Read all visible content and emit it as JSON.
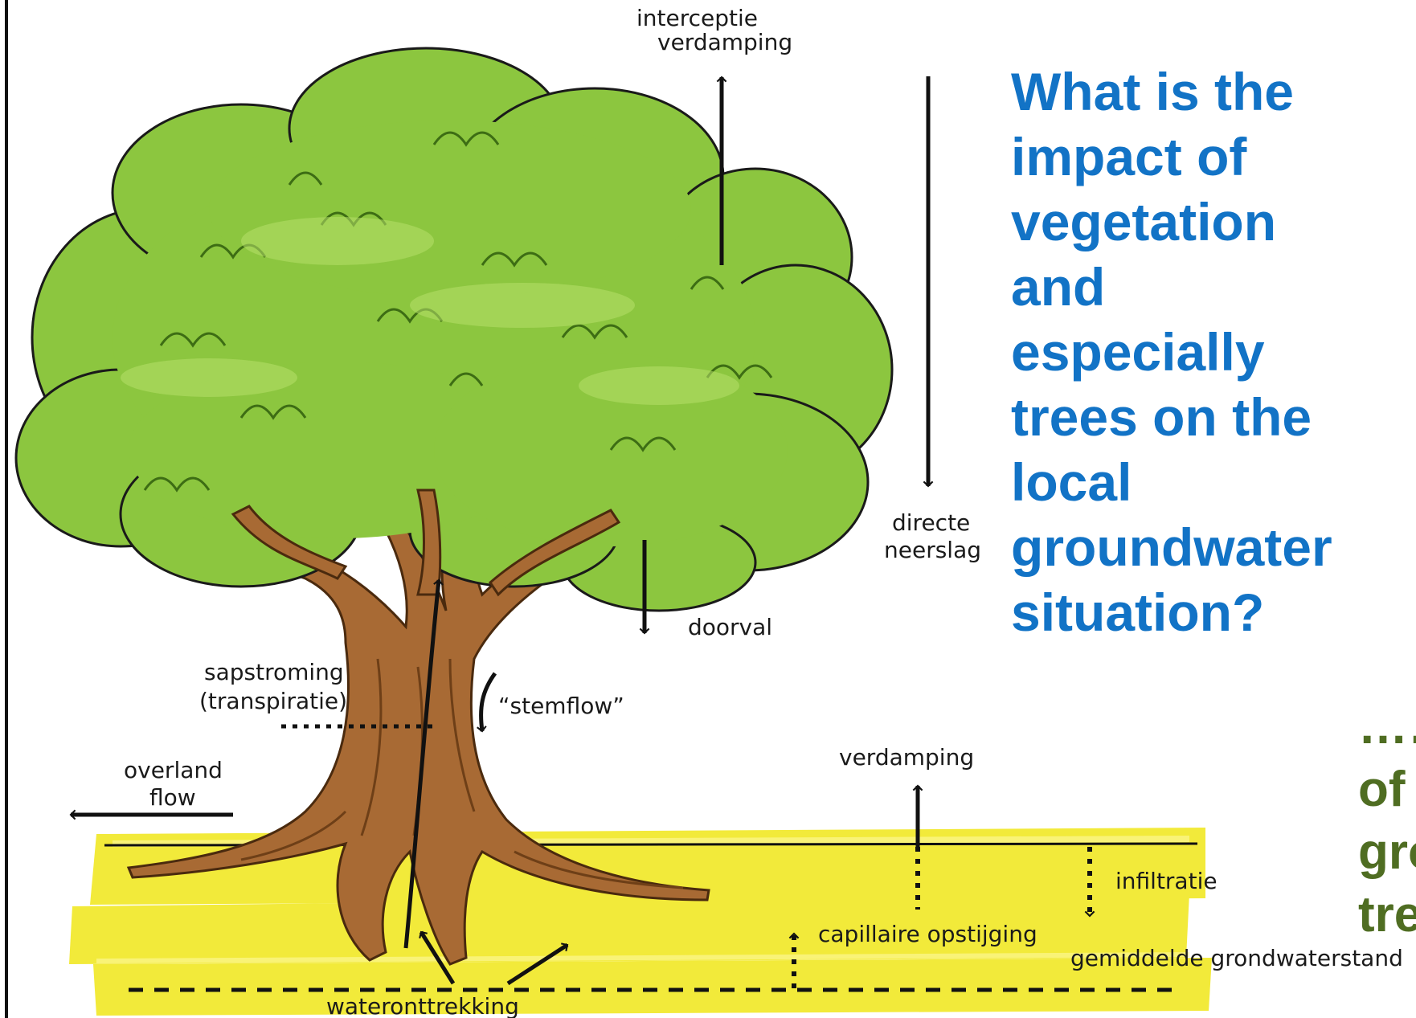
{
  "question": {
    "lines": [
      "What is the",
      "impact of",
      "vegetation",
      "and",
      "especially",
      "trees on the",
      "local",
      "groundwater",
      "situation?"
    ]
  },
  "cutoff_text": {
    "lines": [
      "……",
      "of",
      "gro",
      "tre"
    ]
  },
  "labels": {
    "interceptie": "interceptie",
    "verdamping_top": "verdamping",
    "directe": "directe",
    "neerslag": "neerslag",
    "doorval": "doorval",
    "sapstroming": "sapstroming",
    "transpiratie": "(transpiratie)",
    "stemflow": "“stemflow”",
    "overland": "overland",
    "flow": "flow",
    "verdamping_ground": "verdamping",
    "infiltratie": "infiltratie",
    "capillaire": "capillaire opstijging",
    "grondwaterstand": "gemiddelde grondwaterstand",
    "wateronttrekking": "wateronttrekking"
  },
  "colors": {
    "foliage": "#8cc63f",
    "foliage_dark": "#5f9e25",
    "trunk": "#a86a34",
    "trunk_dark": "#6e3f17",
    "soil": "#f2ea3a",
    "question_text": "#1273c6",
    "cutoff_text": "#4f6d22"
  }
}
